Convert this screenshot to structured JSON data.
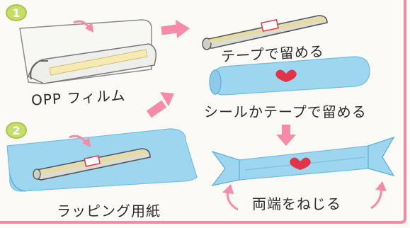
{
  "steps": [
    {
      "number": "1"
    },
    {
      "number": "2"
    }
  ],
  "labels": {
    "opp_film": "OPP フィルム",
    "tape_fix": "テープで留める",
    "seal_or_tape": "シールかテープで留める",
    "twist_ends": "両端をねじる",
    "wrapping_paper": "ラッピング用紙"
  },
  "colors": {
    "wrap_blue": "#9fd6ef",
    "arrow_pink": "#f58aa9",
    "heart_red": "#e0344a",
    "step_green": "#c7dd6a",
    "frame_pink": "#f08aa8"
  }
}
